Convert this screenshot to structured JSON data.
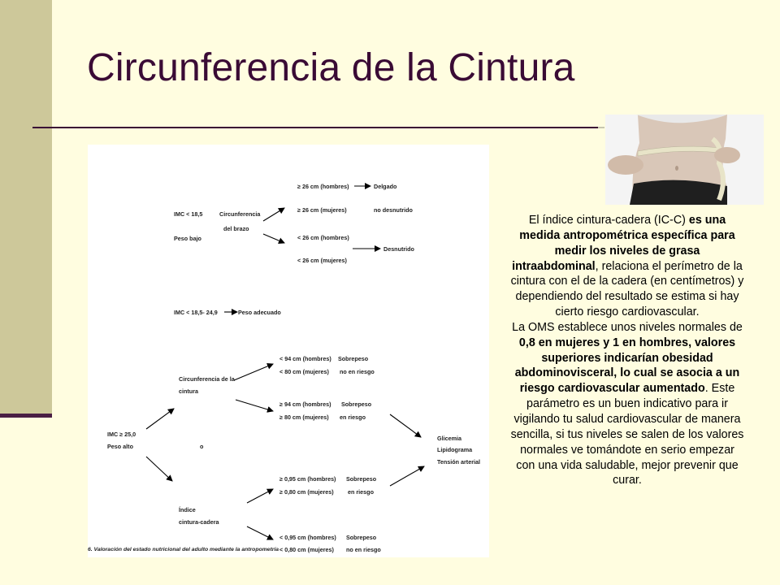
{
  "slide": {
    "title": "Circunferencia de la Cintura"
  },
  "diagram": {
    "caption": "6. Valoración del estado nutricional del adulto mediante la antropometría",
    "group1": {
      "imc": "IMC < 18,5",
      "state": "Peso bajo",
      "measure_line1": "Circunferencia",
      "measure_line2": "del brazo",
      "rows": [
        {
          "criterion": "≥ 26 cm (hombres)",
          "result": "Delgado"
        },
        {
          "criterion": "≥ 26 cm (mujeres)",
          "result": "no desnutrido"
        },
        {
          "criterion": "< 26 cm (hombres)",
          "result": "Desnutrido"
        },
        {
          "criterion": "< 26 cm (mujeres)",
          "result": ""
        }
      ]
    },
    "group2": {
      "imc": "IMC < 18,5- 24,9",
      "result": "Peso adecuado"
    },
    "group3": {
      "imc": "IMC ≥ 25,0",
      "state": "Peso alto",
      "connector": "o",
      "waist_line1": "Circunferencia de la",
      "waist_line2": "cintura",
      "waist_rows": [
        {
          "criterion": "< 94 cm (hombres)",
          "result": "Sobrepeso"
        },
        {
          "criterion": "< 80 cm (mujeres)",
          "result": "no en riesgo"
        },
        {
          "criterion": "≥ 94 cm (hombres)",
          "result": "Sobrepeso"
        },
        {
          "criterion": "≥ 80 cm (mujeres)",
          "result": "en riesgo"
        }
      ],
      "index_line1": "Índice",
      "index_line2": "cintura-cadera",
      "index_rows": [
        {
          "criterion": "≥ 0,95 cm (hombres)",
          "result": "Sobrepeso"
        },
        {
          "criterion": "≥ 0,80 cm (mujeres)",
          "result": "en riesgo"
        },
        {
          "criterion": "< 0,95 cm (hombres)",
          "result": "Sobrepeso"
        },
        {
          "criterion": "< 0,80 cm (mujeres)",
          "result": "no en riesgo"
        }
      ],
      "outcomes": [
        "Glicemia",
        "Lipidograma",
        "Tensión arterial"
      ]
    }
  },
  "body": {
    "p1": {
      "t1": "El índice cintura-cadera (IC-C) ",
      "b1": "es una medida antropométrica específica para medir los niveles de grasa intraabdominal",
      "t2": ", relaciona el perímetro de la cintura con el de la cadera (en centímetros) y dependiendo del resultado se estima si hay cierto riesgo cardiovascular."
    },
    "p2": {
      "t1": "La OMS establece unos niveles normales de ",
      "b1": "0,8 en mujeres y 1 en hombres, valores superiores indicarían obesidad abdominovisceral, lo cual se asocia a un riesgo cardiovascular aumentado",
      "t2": ". Este parámetro es un buen indicativo para ir vigilando tu salud cardiovascular de manera sencilla, si tus niveles se salen de los valores normales ve tomándote en serio empezar con una vida saludable, mejor prevenir que curar."
    }
  }
}
